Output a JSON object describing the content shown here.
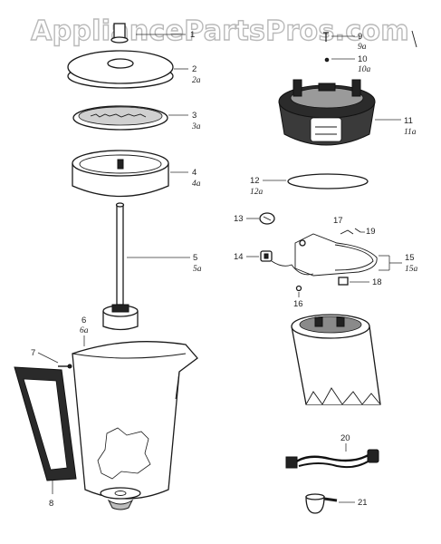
{
  "watermark": "AppliancePartsPros.com",
  "labels": {
    "p1": "1",
    "p2": "2",
    "p2a": "2a",
    "p3": "3",
    "p3a": "3a",
    "p4": "4",
    "p4a": "4a",
    "p5": "5",
    "p5a": "5a",
    "p6": "6",
    "p6a": "6a",
    "p7": "7",
    "p8": "8",
    "p9": "9",
    "p9a": "9a",
    "p10": "10",
    "p10a": "10a",
    "p11": "11",
    "p11a": "11a",
    "p12": "12",
    "p12a": "12a",
    "p13": "13",
    "p14": "14",
    "p15": "15",
    "p15a": "15a",
    "p16": "16",
    "p17": "17",
    "p18": "18",
    "p19": "19",
    "p20": "20",
    "p21": "21"
  },
  "colors": {
    "watermark_outline": "#b9b9b9",
    "line": "#1a1a1a",
    "background": "#ffffff"
  }
}
